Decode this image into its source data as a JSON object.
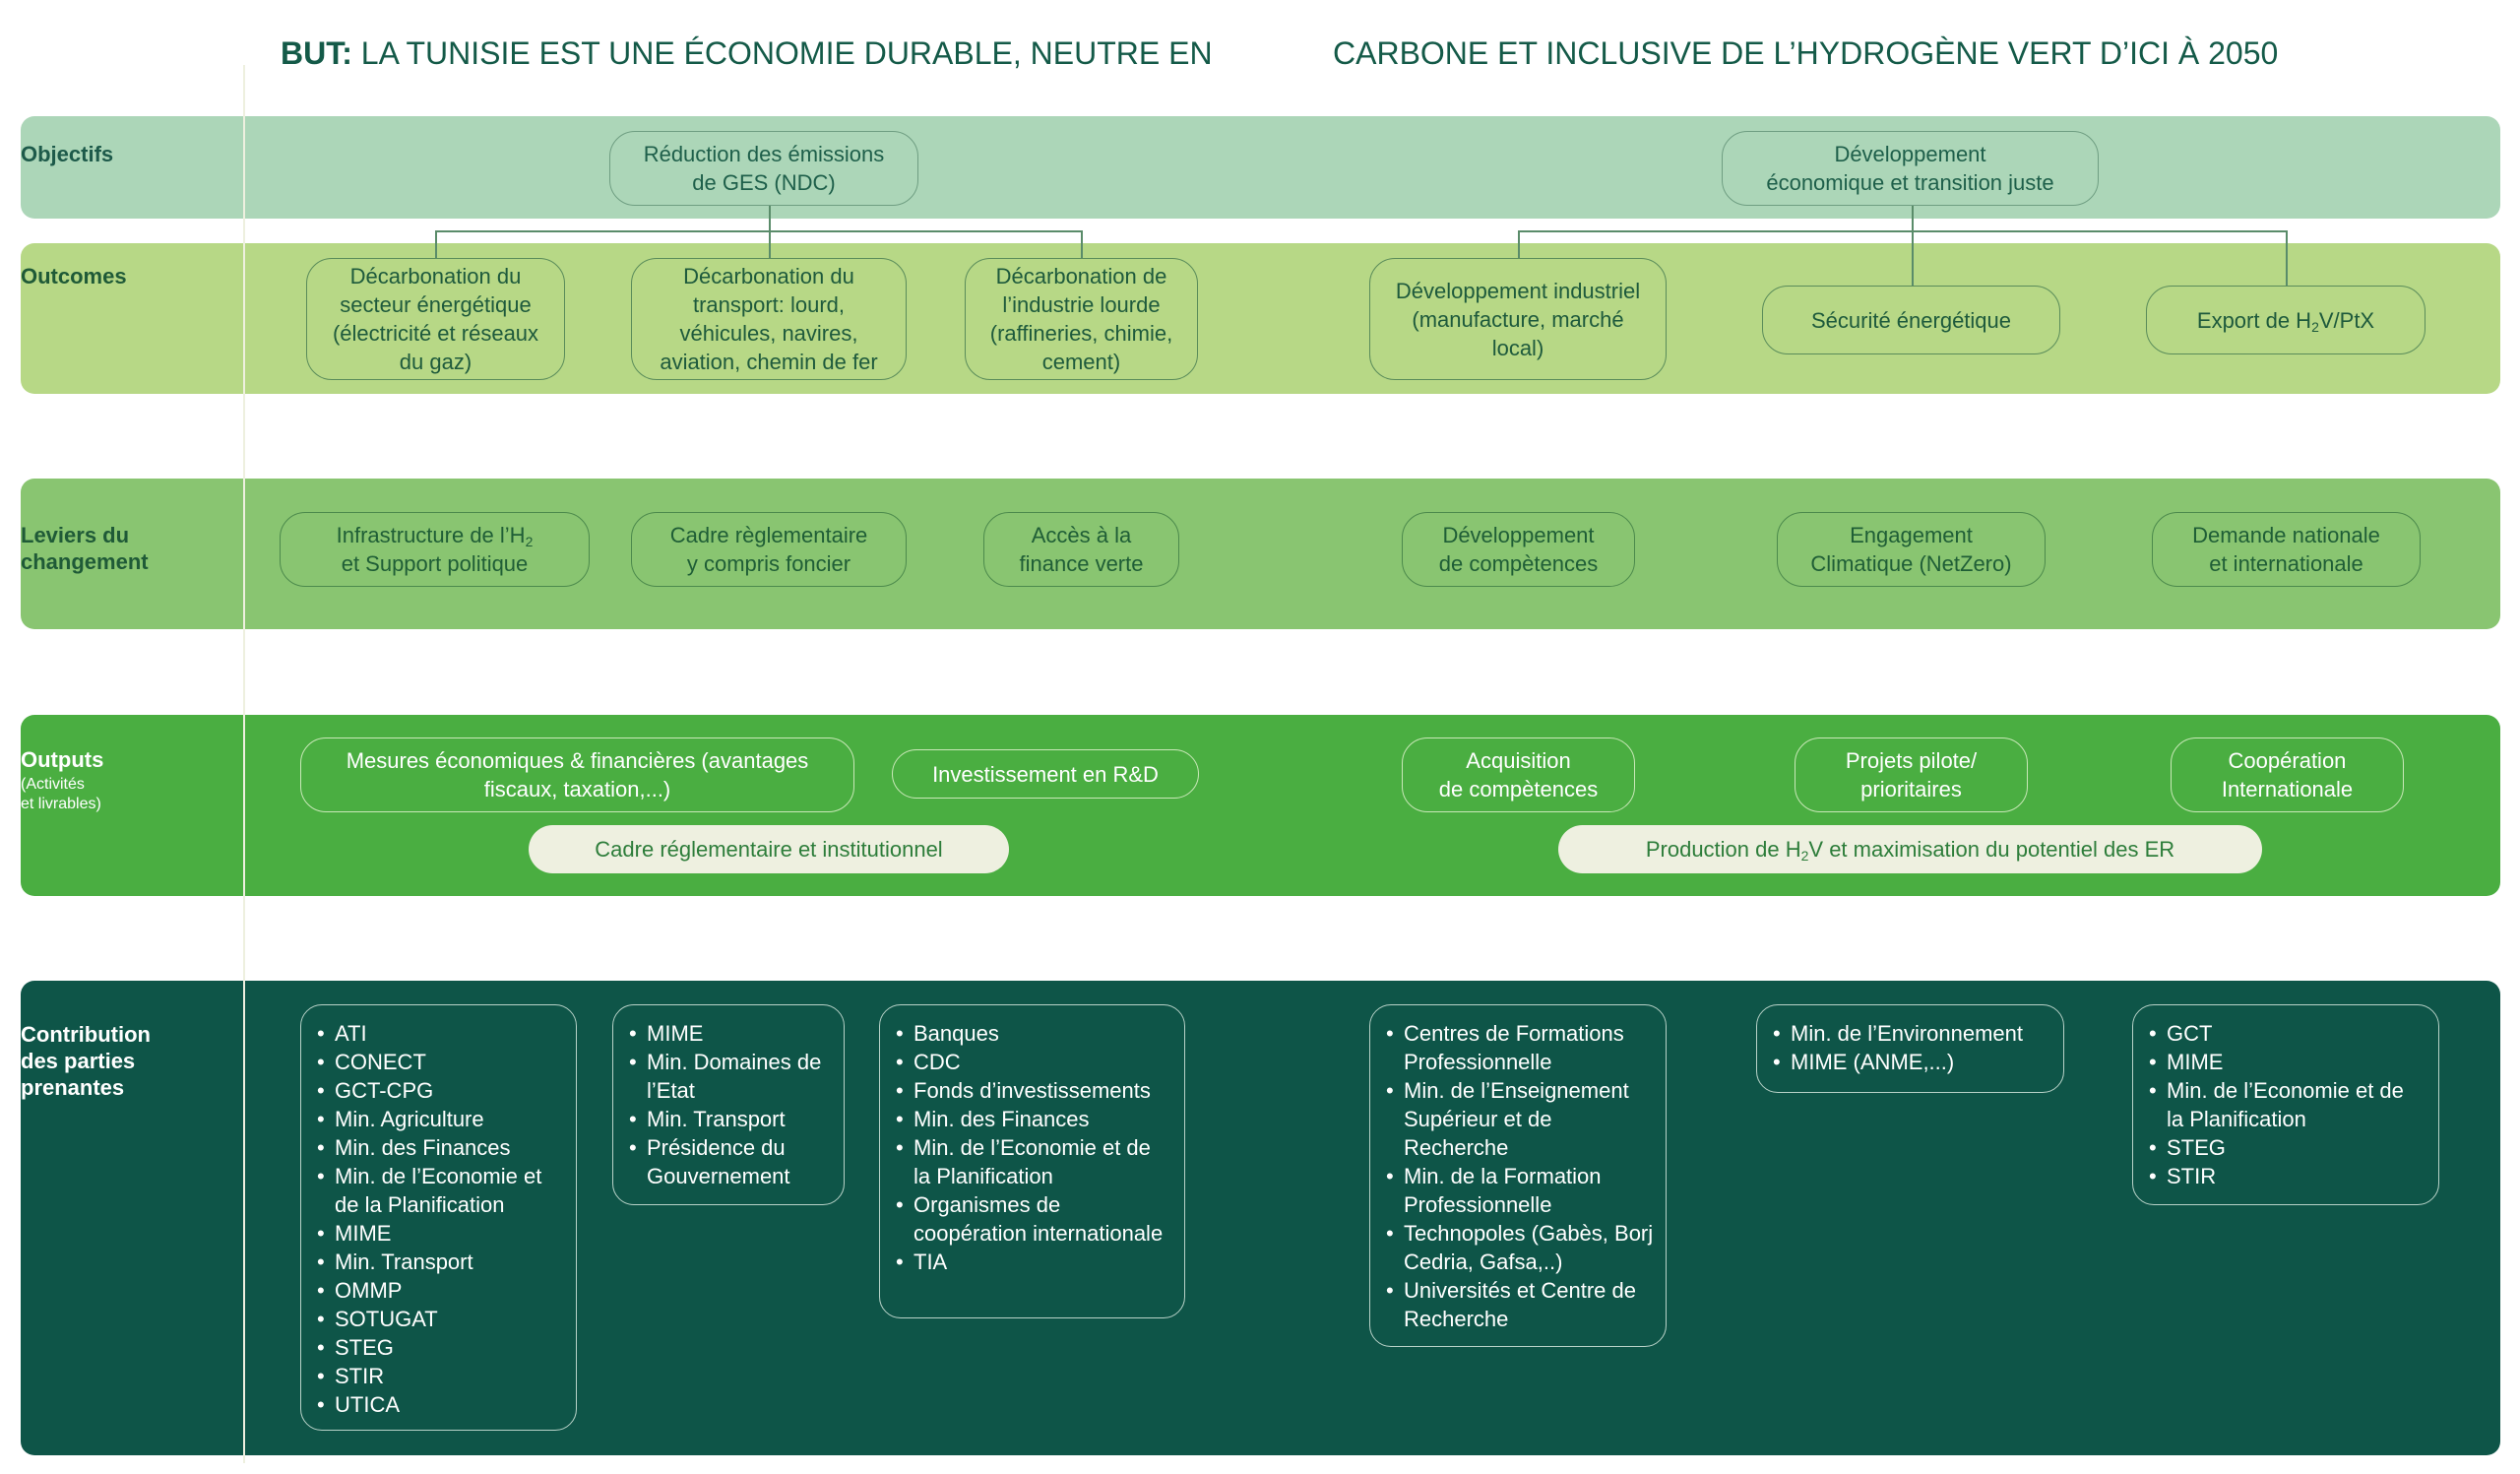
{
  "goal": {
    "prefix": "BUT:",
    "text_part1": "LA TUNISIE EST UNE ÉCONOMIE DURABLE, NEUTRE EN",
    "text_part2": "CARBONE ET INCLUSIVE DE L’HYDROGÈNE VERT D’ICI À 2050"
  },
  "rows": {
    "objectifs": {
      "label": "Objectifs",
      "items": [
        {
          "line1": "Réduction des émissions",
          "line2": "de GES (NDC)"
        },
        {
          "line1": "Développement",
          "line2": "économique et transition juste"
        }
      ]
    },
    "outcomes": {
      "label": "Outcomes",
      "items": [
        {
          "text": "Décarbonation du secteur énergétique (électricité et réseaux du gaz)"
        },
        {
          "text": "Décarbonation du transport: lourd, véhicules, navires, aviation, chemin de fer"
        },
        {
          "text": "Décarbonation de l’industrie lourde (raffineries, chimie, cement)"
        },
        {
          "text": "Développement industriel (manufacture, marché local)"
        },
        {
          "text": "Sécurité énergétique"
        },
        {
          "text_before": "Export de H",
          "sub": "2",
          "text_after": "V/PtX"
        }
      ]
    },
    "leviers": {
      "label_line1": "Leviers du",
      "label_line2": "changement",
      "items": [
        {
          "line1_before": "Infrastructure de l’H",
          "sub": "2",
          "line2": "et Support politique"
        },
        {
          "line1": "Cadre règlementaire",
          "line2": "y compris foncier"
        },
        {
          "line1": "Accès à la",
          "line2": "finance verte"
        },
        {
          "line1": "Développement",
          "line2": "de compètences"
        },
        {
          "line1": "Engagement",
          "line2": "Climatique (NetZero)"
        },
        {
          "line1": "Demande nationale",
          "line2": "et internationale"
        }
      ]
    },
    "outputs": {
      "label": "Outputs",
      "sublabel_line1": "(Activités",
      "sublabel_line2": "et livrables)",
      "items": [
        {
          "line1": "Mesures économiques & financières (avantages",
          "line2": "fiscaux, taxation,...)"
        },
        {
          "line1": "Investissement en R&D",
          "line2": ""
        },
        {
          "line1": "Acquisition",
          "line2": "de compètences"
        },
        {
          "line1": "Projets pilote/",
          "line2": "prioritaires"
        },
        {
          "line1": "Coopération",
          "line2": "Internationale"
        }
      ],
      "pills": [
        {
          "text": "Cadre réglementaire et institutionnel"
        },
        {
          "text_before": "Production de H",
          "sub": "2",
          "text_after": "V et maximisation du potentiel des ER"
        }
      ]
    },
    "stakeholders": {
      "label_line1": "Contribution",
      "label_line2": "des parties",
      "label_line3": "prenantes",
      "groups": [
        [
          "ATI",
          "CONECT",
          "GCT-CPG",
          "Min. Agriculture",
          "Min. des Finances",
          "Min. de l’Economie et de la Planification",
          "MIME",
          "Min. Transport",
          "OMMP",
          "SOTUGAT",
          "STEG",
          "STIR",
          "UTICA"
        ],
        [
          "MIME",
          "Min. Domaines de l’Etat",
          "Min. Transport",
          "Présidence du Gouvernement"
        ],
        [
          "Banques",
          "CDC",
          "Fonds d’investissements",
          "Min. des Finances",
          "Min. de l’Economie et de la Planification",
          "Organismes de coopération internationale",
          "TIA"
        ],
        [
          "Centres de Formations Professionnelle",
          "Min. de l’Enseignement Supérieur et de Recherche",
          "Min. de la Formation Professionnelle",
          "Technopoles (Gabès, Borj Cedria, Gafsa,..)",
          "Universités et Centre de Recherche"
        ],
        [
          "Min. de l’Environnement",
          "MIME (ANME,...)"
        ],
        [
          "GCT",
          "MIME",
          "Min. de l’Economie et de la Planification",
          "STEG",
          "STIR"
        ]
      ]
    }
  },
  "colors": {
    "objectifs_band": "#acd6b8",
    "outcomes_band": "#b7d886",
    "leviers_band": "#89c571",
    "outputs_band": "#4aae41",
    "stakeholders_band": "#0e5548",
    "title": "#145a48",
    "pill_bg": "#eef0e0"
  }
}
